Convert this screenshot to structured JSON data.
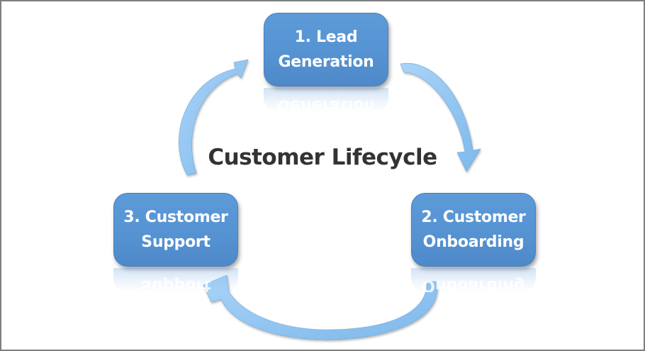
{
  "diagram": {
    "title": "Customer Lifecycle",
    "type": "cycle",
    "steps": [
      {
        "number": 1,
        "line1": "1. Lead",
        "line2": "Generation",
        "reflection": "Generation"
      },
      {
        "number": 2,
        "line1": "2. Customer",
        "line2": "Onboarding",
        "reflection": "Onboarding"
      },
      {
        "number": 3,
        "line1": "3. Customer",
        "line2": "Support",
        "reflection": "Support"
      }
    ],
    "flow": [
      "1 → 2",
      "2 → 3",
      "3 → 1"
    ],
    "colors": {
      "box_fill": "#5b97d6",
      "box_text": "#ffffff",
      "arrow_fill": "#8cc4f2",
      "title_text": "#333333",
      "frame_border": "#7f7f7f"
    }
  }
}
